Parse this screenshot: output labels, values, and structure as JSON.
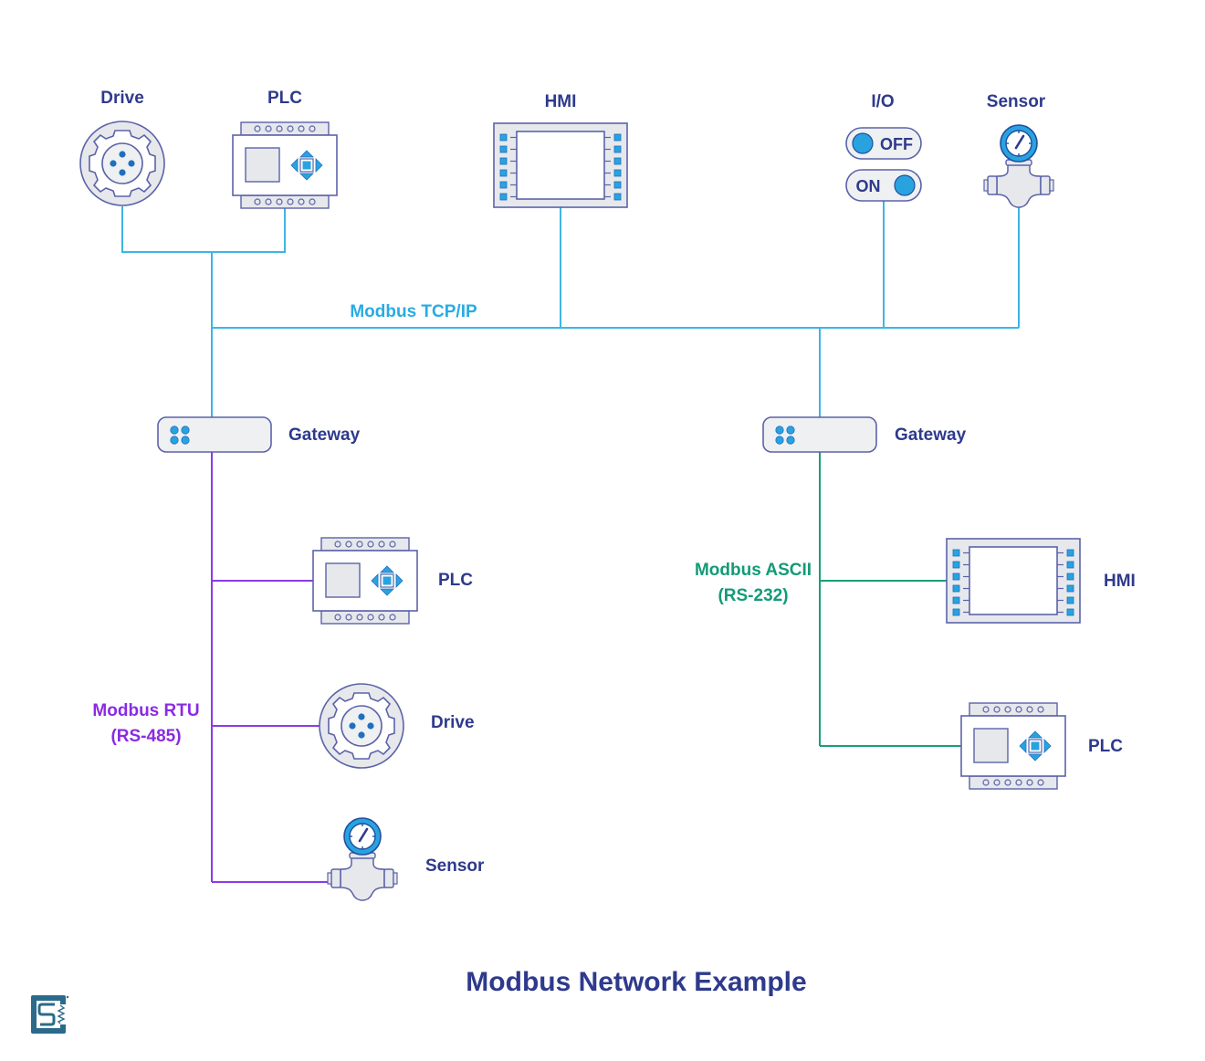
{
  "title": "Modbus Network Example",
  "colors": {
    "tcp": "#3db5e6",
    "rtu": "#8a3be8",
    "ascii": "#1a9e78",
    "label": "#2e3a8c",
    "device_fill": "#eef0f2",
    "device_stroke": "#5b63a8",
    "accent": "#29a3e0"
  },
  "networks": {
    "tcp": {
      "label": "Modbus TCP/IP"
    },
    "rtu": {
      "label_line1": "Modbus RTU",
      "label_line2": "(RS-485)"
    },
    "ascii": {
      "label_line1": "Modbus ASCII",
      "label_line2": "(RS-232)"
    }
  },
  "top_devices": [
    {
      "label": "Drive",
      "type": "drive"
    },
    {
      "label": "PLC",
      "type": "plc"
    },
    {
      "label": "HMI",
      "type": "hmi"
    },
    {
      "label": "I/O",
      "type": "io",
      "switch_off": "OFF",
      "switch_on": "ON"
    },
    {
      "label": "Sensor",
      "type": "sensor"
    }
  ],
  "gateways": [
    {
      "label": "Gateway"
    },
    {
      "label": "Gateway"
    }
  ],
  "rtu_devices": [
    {
      "label": "PLC",
      "type": "plc"
    },
    {
      "label": "Drive",
      "type": "drive"
    },
    {
      "label": "Sensor",
      "type": "sensor"
    }
  ],
  "ascii_devices": [
    {
      "label": "HMI",
      "type": "hmi"
    },
    {
      "label": "PLC",
      "type": "plc"
    }
  ]
}
